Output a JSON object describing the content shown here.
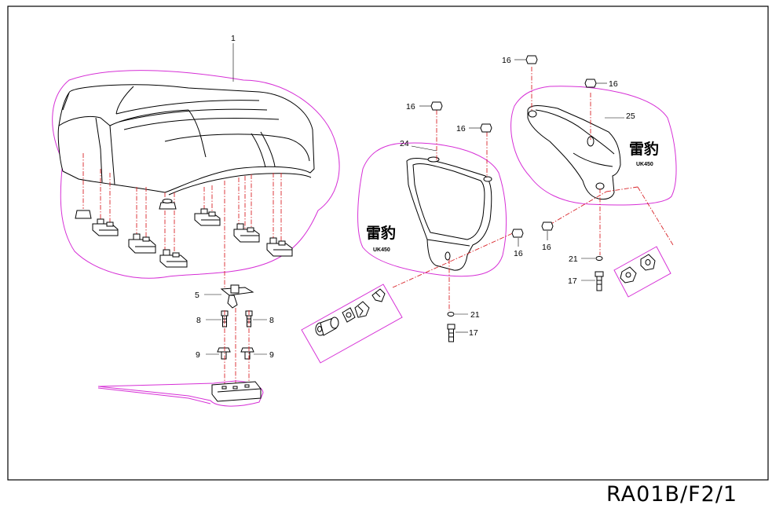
{
  "sheet_code": "RA01B/F2/1",
  "callouts": {
    "c1": "1",
    "c5": "5",
    "c8a": "8",
    "c8b": "8",
    "c9a": "9",
    "c9b": "9",
    "c16_a": "16",
    "c16_b": "16",
    "c16_c": "16",
    "c16_d": "16",
    "c16_e": "16",
    "c16_f": "16",
    "c17a": "17",
    "c17b": "17",
    "c21a": "21",
    "c21b": "21",
    "c24": "24",
    "c25": "25"
  },
  "logos": {
    "left_cn": "雷豹",
    "left_model": "UK450",
    "right_cn": "雷豹",
    "right_model": "UK450"
  },
  "colors": {
    "outline": "#000000",
    "group_boundary": "#d62fd6",
    "centerline": "#d9252a",
    "frame": "#000000",
    "background": "#ffffff"
  }
}
